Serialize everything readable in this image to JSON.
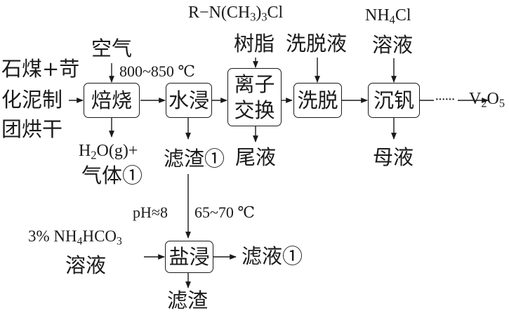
{
  "raw_material": [
    "石煤+苛",
    "化泥制",
    "团烘干"
  ],
  "steps": {
    "roast": "焙烧",
    "water_leach": "水浸",
    "ion_exchange": "离子\n交换",
    "elution": "洗脱",
    "vanadium_precip": "沉钒",
    "salt_leach": "盐浸"
  },
  "inputs": {
    "air": "空气",
    "roast_temp": "800~850 ℃",
    "resin_formula": {
      "pre": "R−N(CH",
      "sub": "3",
      "post": ")",
      "sub2": "3",
      "tail": "Cl"
    },
    "resin": "树脂",
    "eluent": "洗脱液",
    "nh4cl_formula": {
      "pre": "NH",
      "sub": "4",
      "post": "Cl"
    },
    "nh4cl_solution": "溶液",
    "ph": "pH≈8",
    "salt_temp": "65~70 ℃",
    "nh4hco3_formula": {
      "pre": "3% NH",
      "sub": "4",
      "post": "HCO",
      "sub2": "3"
    },
    "nh4hco3_solution": "溶液"
  },
  "outputs": {
    "roast_gas_formula": {
      "pre": "H",
      "sub": "2",
      "post": "O(g)+"
    },
    "roast_gas_2": "气体①",
    "residue_1": "滤渣①",
    "tail_liquid": "尾液",
    "mother_liquor": "母液",
    "filtrate_1": "滤液①",
    "residue": "滤渣",
    "ellipsis": "······",
    "product_formula": {
      "pre": "V",
      "sub": "2",
      "post": "O",
      "sub2": "5"
    }
  }
}
